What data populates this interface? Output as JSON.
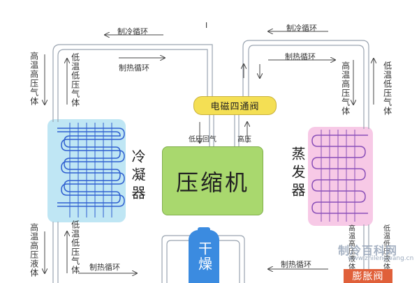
{
  "diagram": {
    "components": {
      "compressor": "压缩机",
      "valve": "电磁四通阀",
      "condenser": "冷凝器",
      "evaporator": "蒸发器",
      "dryer": "干燥",
      "expansion_valve": "膨胀阀"
    },
    "flow_labels": {
      "cooling_top_left": "制冷循环",
      "cooling_top_right": "制冷循环",
      "heating_top_center": "制热循环",
      "heating_top_right": "制热循环",
      "heating_bottom_left": "制热循环",
      "heating_bottom_right": "制热循环"
    },
    "state_labels": {
      "left_upper_outer": "高温高压气体",
      "left_upper_inner": "低温低压气体",
      "left_lower_outer": "高温高压液体",
      "left_lower_inner": "低温低压气体",
      "right_upper_inner": "高温高压气体",
      "right_upper_outer": "低温低压气体",
      "right_lower_inner": "高温高压液体",
      "right_lower_outer": "低温低压液体"
    },
    "port_labels": {
      "low_pressure_return": "低压回气",
      "high_pressure": "高压"
    },
    "stray_mark": "I"
  },
  "watermark": {
    "logo": "制冷百科网",
    "url": "www.zhilengwang.cn"
  },
  "colors": {
    "compressor": "#a9d86e",
    "valve": "#f4df54",
    "condenser": "#bfe6f4",
    "evaporator": "#f7c9e6",
    "coil_condenser": "#2f5fd0",
    "coil_evaporator": "#8a4fb8",
    "dryer": "#3b8be0",
    "expansion_valve": "#e0603a"
  }
}
